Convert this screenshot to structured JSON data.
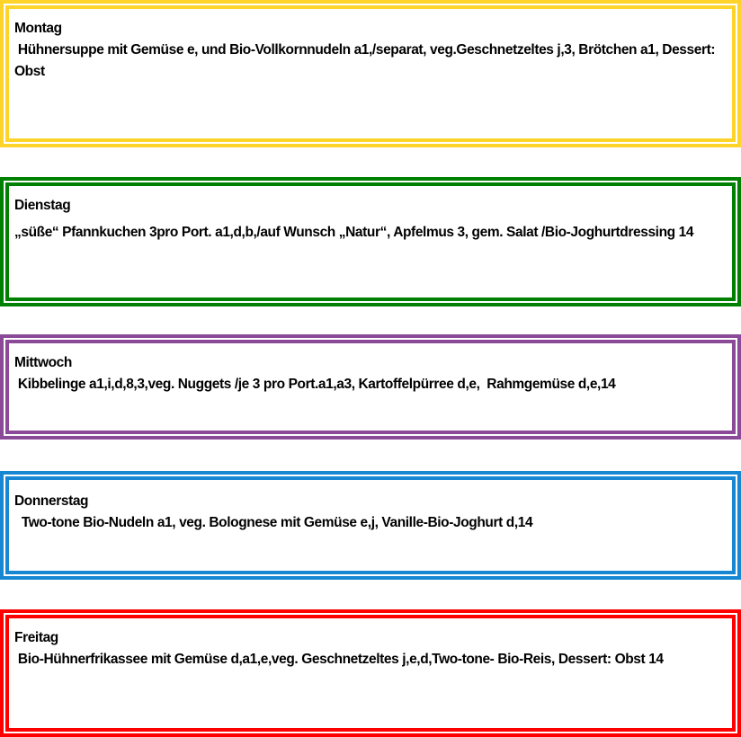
{
  "days": [
    {
      "name": "Montag",
      "menu": " Hühnersuppe mit Gemüse e, und Bio-Vollkornnudeln a1,/separat, veg.Geschnetzeltes j,3, Brötchen a1, Dessert: Obst",
      "color": "#FFD42A"
    },
    {
      "name": "Dienstag",
      "menu": "„süße“ Pfannkuchen 3pro Port. a1,d,b,/auf Wunsch „Natur“, Apfelmus 3, gem. Salat /Bio-Joghurtdressing 14",
      "color": "#008000"
    },
    {
      "name": "Mittwoch",
      "menu": " Kibbelinge a1,i,d,8,3,veg. Nuggets /je 3 pro Port.a1,a3, Kartoffelpürree d,e,  Rahmgemüse d,e,14",
      "color": "#8B4A98"
    },
    {
      "name": "Donnerstag",
      "menu": "  Two-tone Bio-Nudeln a1, veg. Bolognese mit Gemüse e,j, Vanille-Bio-Joghurt d,14",
      "color": "#1787D4"
    },
    {
      "name": "Freitag",
      "menu": " Bio-Hühnerfrikassee mit Gemüse d,a1,e,veg. Geschnetzeltes j,e,d,Two-tone- Bio-Reis, Dessert: Obst 14",
      "color": "#FF0000"
    }
  ]
}
